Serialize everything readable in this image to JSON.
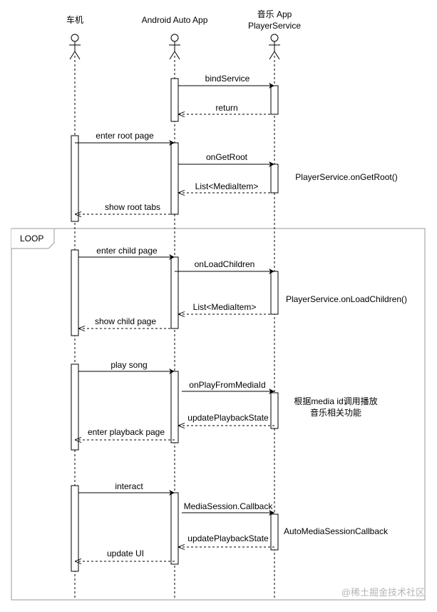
{
  "actors": [
    {
      "name": "car",
      "lines": [
        "车机"
      ]
    },
    {
      "name": "android-auto",
      "lines": [
        "Android Auto App"
      ]
    },
    {
      "name": "player-service",
      "lines": [
        "音乐 App",
        "PlayerService"
      ]
    }
  ],
  "loop": {
    "label": "LOOP"
  },
  "messages": [
    {
      "name": "bindservice",
      "text": "bindService"
    },
    {
      "name": "return",
      "text": "return"
    },
    {
      "name": "enter-root-page",
      "text": "enter root page"
    },
    {
      "name": "ongetroot",
      "text": "onGetRoot"
    },
    {
      "name": "list-mediaitem-1",
      "text": "List<MediaItem>"
    },
    {
      "name": "show-root-tabs",
      "text": "show root tabs"
    },
    {
      "name": "enter-child-page",
      "text": "enter child page"
    },
    {
      "name": "onloadchildren",
      "text": "onLoadChildren"
    },
    {
      "name": "list-mediaitem-2",
      "text": "List<MediaItem>"
    },
    {
      "name": "show-child-page",
      "text": "show child page"
    },
    {
      "name": "play-song",
      "text": "play song"
    },
    {
      "name": "onplayfrommediaid",
      "text": "onPlayFromMediaId"
    },
    {
      "name": "updateplaybackstate-1",
      "text": "updatePlaybackState"
    },
    {
      "name": "enter-playback-page",
      "text": "enter playback page"
    },
    {
      "name": "interact",
      "text": "interact"
    },
    {
      "name": "mediasession-callback",
      "text": "MediaSession.Callback"
    },
    {
      "name": "updateplaybackstate-2",
      "text": "updatePlaybackState"
    },
    {
      "name": "update-ui",
      "text": "update UI"
    }
  ],
  "notes": [
    {
      "name": "note-ongetroot",
      "lines": [
        "PlayerService.onGetRoot()"
      ]
    },
    {
      "name": "note-onloadchildren",
      "lines": [
        "PlayerService.onLoadChildren()"
      ]
    },
    {
      "name": "note-media-id",
      "lines": [
        "根据media id调用播放",
        "音乐相关功能"
      ]
    },
    {
      "name": "note-automediasession",
      "lines": [
        "AutoMediaSessionCallback"
      ]
    }
  ],
  "watermark": "@稀土掘金技术社区"
}
